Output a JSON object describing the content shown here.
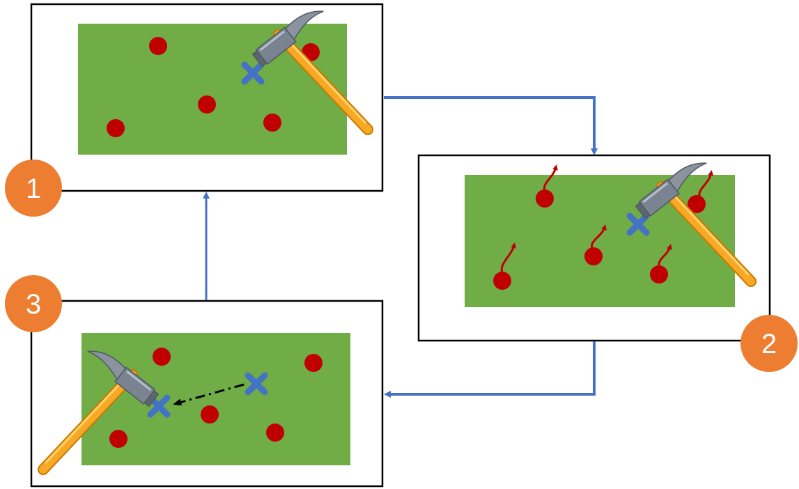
{
  "diagram": {
    "steps": [
      {
        "number": "1"
      },
      {
        "number": "2"
      },
      {
        "number": "3"
      }
    ],
    "colors": {
      "field": "#70ad47",
      "dot": "#c00000",
      "cross": "#4472c4",
      "connector": "#4472c4",
      "badge": "#ed7d31",
      "frame": "#000000",
      "hammer_handle": "#f5a623",
      "hammer_head": "#7f8a96"
    },
    "icons": [
      "hammer-icon",
      "cross-marker-icon",
      "dot-icon",
      "motion-arrow-icon"
    ]
  }
}
